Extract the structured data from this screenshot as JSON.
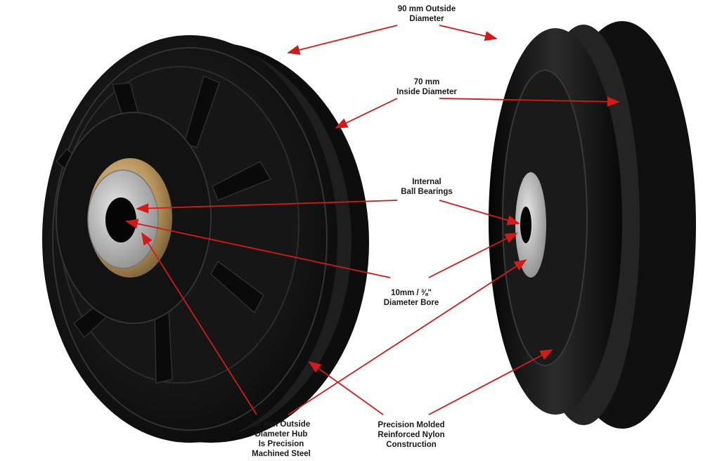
{
  "labels": {
    "outside_diameter": [
      "90 mm Outside",
      "Diameter"
    ],
    "inside_diameter": [
      "70 mm",
      "Inside Diameter"
    ],
    "ball_bearings": [
      "Internal",
      "Ball Bearings"
    ],
    "bore": [
      "10mm / ⅜\"",
      "Diameter Bore"
    ],
    "hub": [
      "20 mm Outside",
      "Diameter Hub",
      "Is Precision",
      "Machined Steel"
    ],
    "nylon": [
      "Precision Molded",
      "Reinforced Nylon",
      "Construction"
    ]
  },
  "colors": {
    "arrow": "#d11a1a",
    "pulley": "#151515",
    "bearing": "#c9a877",
    "steel": "#b8b8b8"
  }
}
